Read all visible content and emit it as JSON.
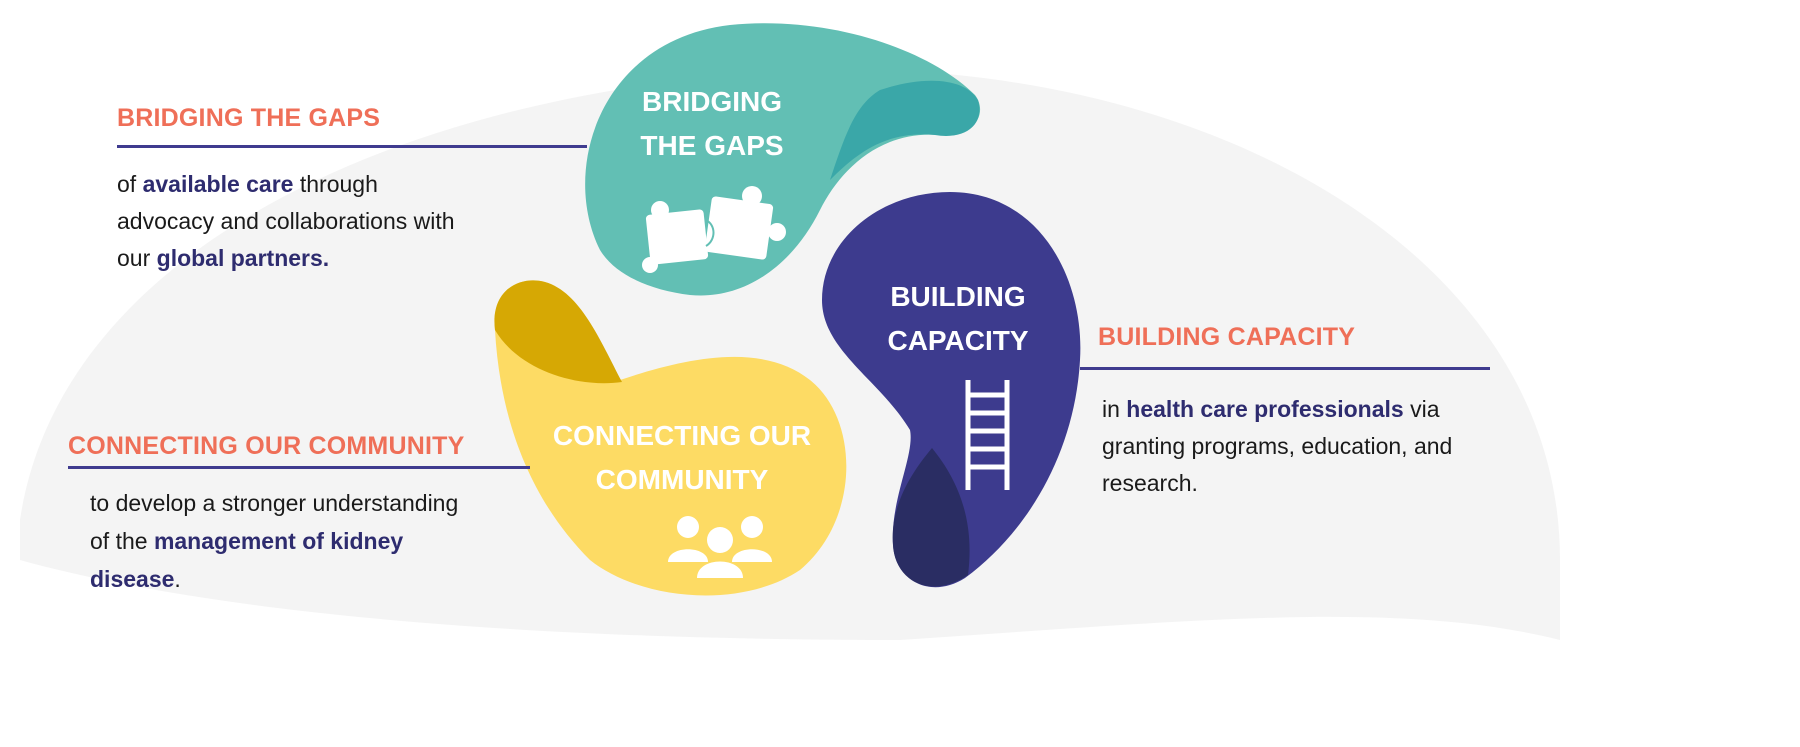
{
  "colors": {
    "teal": "#62bfb4",
    "teal_dark": "#3aa7a8",
    "purple": "#3d3b8e",
    "navy": "#2a2d63",
    "yellow": "#fddb64",
    "gold": "#d6a804",
    "accent": "#ef6f58",
    "rule": "#3f3b8f"
  },
  "bridging": {
    "heading": "BRIDGING THE GAPS",
    "blob_line1": "BRIDGING",
    "blob_line2": "THE GAPS",
    "icon": "puzzle-icon",
    "body": [
      {
        "t": "of ",
        "b": false
      },
      {
        "t": "available care",
        "b": true
      },
      {
        "t": " through",
        "b": false
      },
      {
        "t": "advocacy and collaborations with",
        "b": false,
        "br": true
      },
      {
        "t": "our ",
        "b": false,
        "br": true
      },
      {
        "t": "global partners.",
        "b": true
      }
    ]
  },
  "building": {
    "heading": "BUILDING CAPACITY",
    "blob_line1": "BUILDING",
    "blob_line2": "CAPACITY",
    "icon": "ladder-icon",
    "body": [
      {
        "t": "in ",
        "b": false
      },
      {
        "t": "health care professionals",
        "b": true
      },
      {
        "t": " via",
        "b": false
      },
      {
        "t": "granting programs, education, and",
        "b": false,
        "br": true
      },
      {
        "t": "research.",
        "b": false,
        "br": true
      }
    ]
  },
  "connecting": {
    "heading": "CONNECTING OUR COMMUNITY",
    "blob_line1": "CONNECTING OUR",
    "blob_line2": "COMMUNITY",
    "icon": "people-icon",
    "body": [
      {
        "t": "to develop a stronger understanding",
        "b": false
      },
      {
        "t": "of the ",
        "b": false,
        "br": true
      },
      {
        "t": "management of kidney",
        "b": true
      },
      {
        "t": "disease",
        "b": true,
        "br": true
      },
      {
        "t": ".",
        "b": false
      }
    ]
  }
}
